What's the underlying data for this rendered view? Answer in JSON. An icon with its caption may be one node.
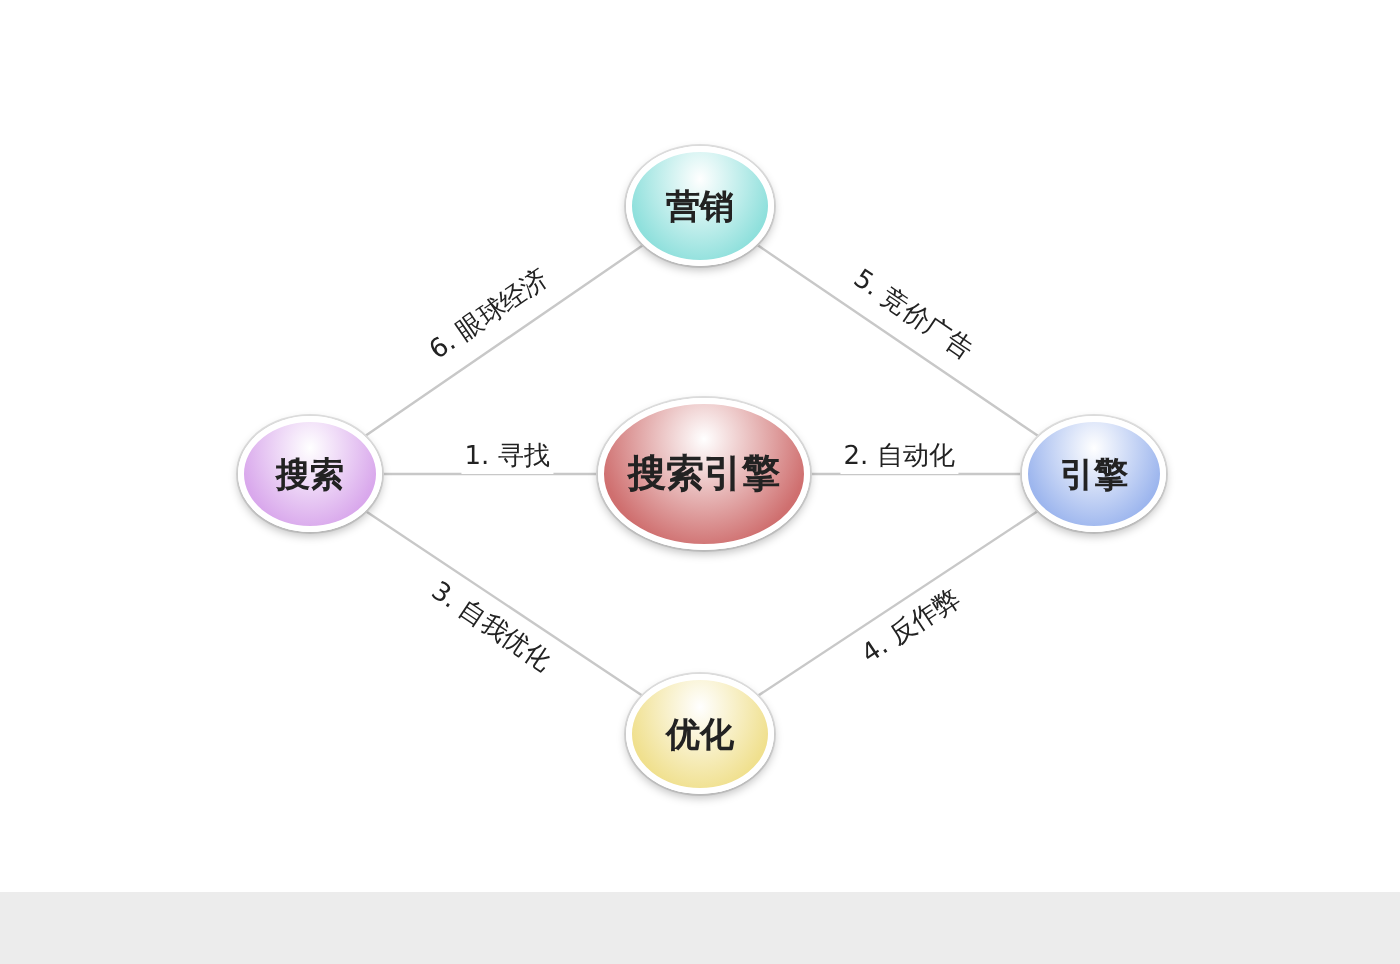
{
  "diagram": {
    "nodes": [
      {
        "text": [
          "营销"
        ]
      },
      {
        "text": [
          "搜索"
        ]
      },
      {
        "text": [
          "搜索引擎"
        ]
      },
      {
        "text": [
          "引擎"
        ]
      },
      {
        "text": [
          "优化"
        ]
      }
    ],
    "edges": [
      {
        "from": 1,
        "to": 2,
        "arrow": "none",
        "label": "1. 寻找"
      },
      {
        "from": 2,
        "to": 3,
        "arrow": "none",
        "label": "2. 自动化"
      },
      {
        "from": 1,
        "to": 4,
        "arrow": "none",
        "label": "3. 自我优化"
      },
      {
        "from": 4,
        "to": 3,
        "arrow": "none",
        "label": "4. 反作弊"
      },
      {
        "from": 0,
        "to": 3,
        "arrow": "none",
        "label": "5. 竞价广告"
      },
      {
        "from": 1,
        "to": 0,
        "arrow": "none",
        "label": "6. 眼球经济"
      }
    ]
  }
}
